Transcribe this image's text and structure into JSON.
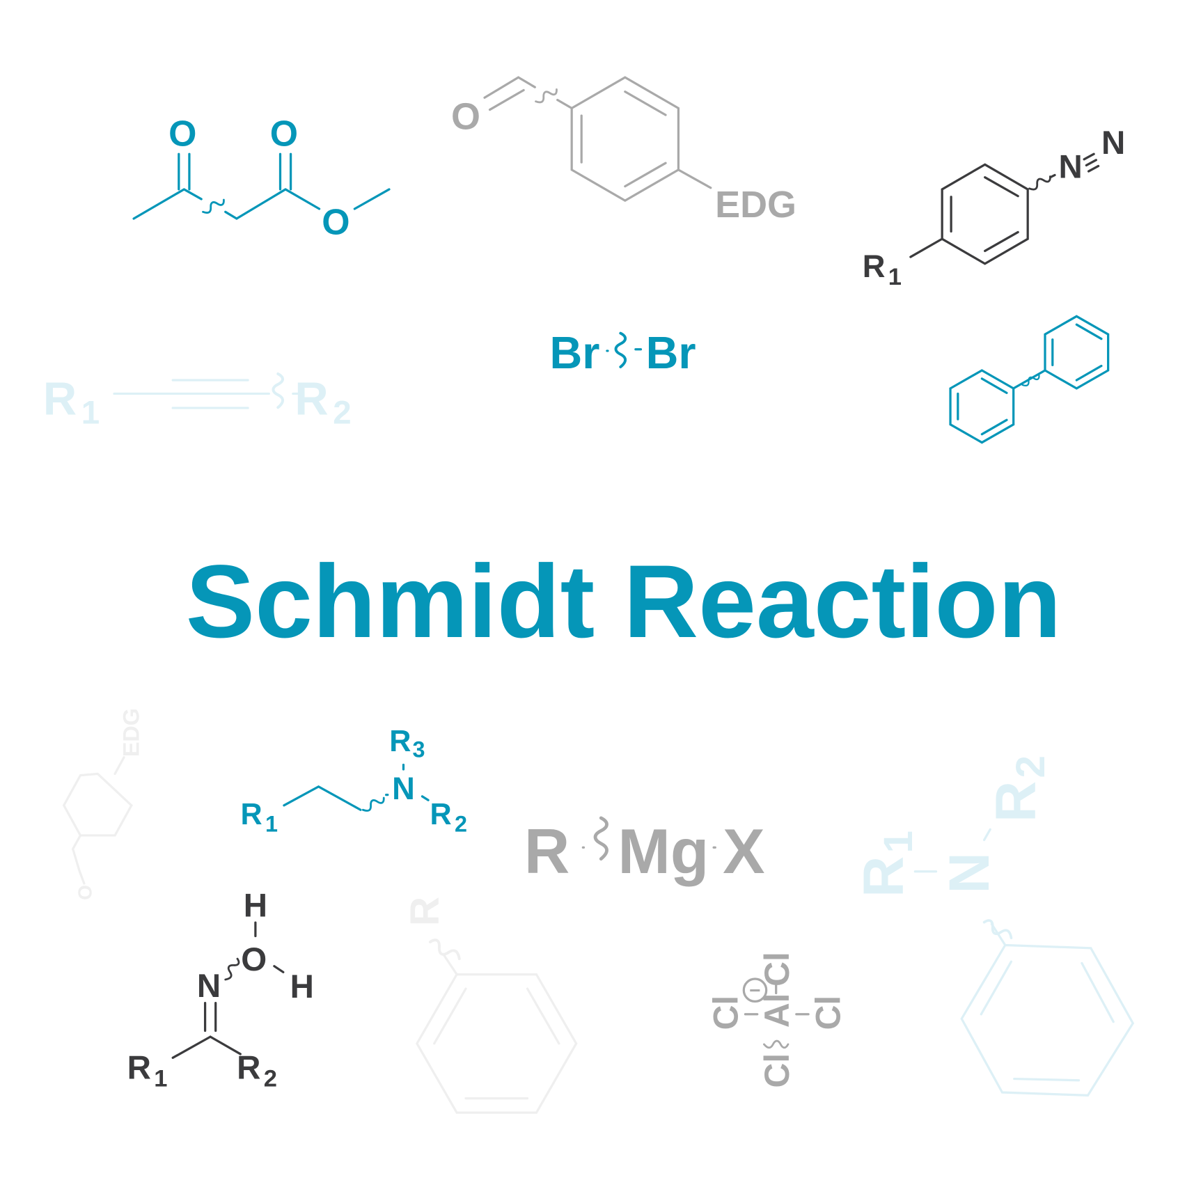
{
  "title": "Schmidt Reaction",
  "colors": {
    "accent": "#0596b8",
    "grey": "#a9a9a9",
    "dark": "#3b3b3d",
    "light_blue": "#ddf0f6",
    "light_grey": "#efefef",
    "background": "#ffffff"
  },
  "structures": {
    "ketoester": {
      "o1": "O",
      "o2": "O",
      "o3": "O"
    },
    "aldehyde_arene": {
      "o": "O",
      "edg": "EDG"
    },
    "diazonium": {
      "r": "R",
      "r_sub": "1",
      "n1": "N",
      "n2": "N"
    },
    "bromine": {
      "br1": "Br",
      "br2": "Br"
    },
    "alkyne": {
      "r1": "R",
      "r1_sub": "1",
      "r2": "R",
      "r2_sub": "2"
    },
    "faint_arene": {
      "o": "O",
      "edg": "EDG"
    },
    "amine": {
      "r1": "R",
      "r1_sub": "1",
      "n": "N",
      "r2": "R",
      "r2_sub": "2",
      "r3": "R",
      "r3_sub": "3"
    },
    "grignard": {
      "r": "R",
      "mg": "Mg",
      "x": "X"
    },
    "oxime": {
      "h1": "H",
      "o": "O",
      "h2": "H",
      "n": "N",
      "r1": "R",
      "r1_sub": "1",
      "r2": "R",
      "r2_sub": "2"
    },
    "faint_benzene": {
      "r": "R"
    },
    "aluminate": {
      "cl1": "Cl",
      "cl2": "Cl",
      "cl3": "Cl",
      "cl4": "Cl",
      "al": "Al",
      "charge": "−"
    },
    "aniline": {
      "r1": "R",
      "r1_sub": "1",
      "n": "N",
      "r2": "R",
      "r2_sub": "2"
    }
  }
}
